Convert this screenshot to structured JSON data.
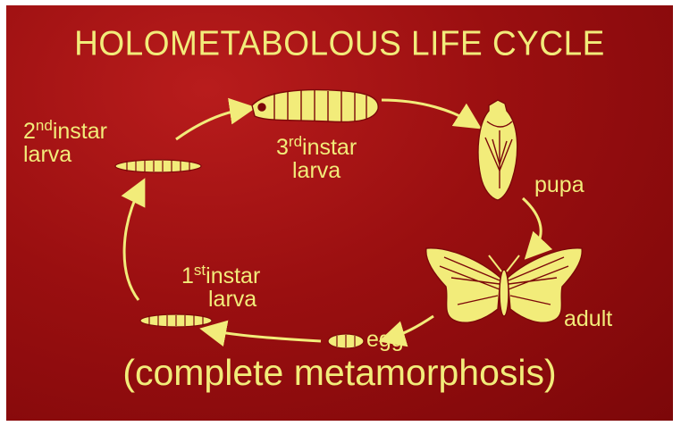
{
  "title": "HOLOMETABOLOUS LIFE CYCLE",
  "subtitle": "(complete metamorphosis)",
  "stages": {
    "second_instar": {
      "ordinal": "2",
      "suffix": "nd",
      "line1_rest": "instar",
      "line2": "larva"
    },
    "third_instar": {
      "ordinal": "3",
      "suffix": "rd",
      "line1_rest": "instar",
      "line2": "larva"
    },
    "pupa": "pupa",
    "adult": "adult",
    "egg": "egg",
    "first_instar": {
      "ordinal": "1",
      "suffix": "st",
      "line1_rest": "instar",
      "line2": "larva"
    }
  },
  "colors": {
    "background": "#9a0f10",
    "ink": "#f2ec7a"
  }
}
